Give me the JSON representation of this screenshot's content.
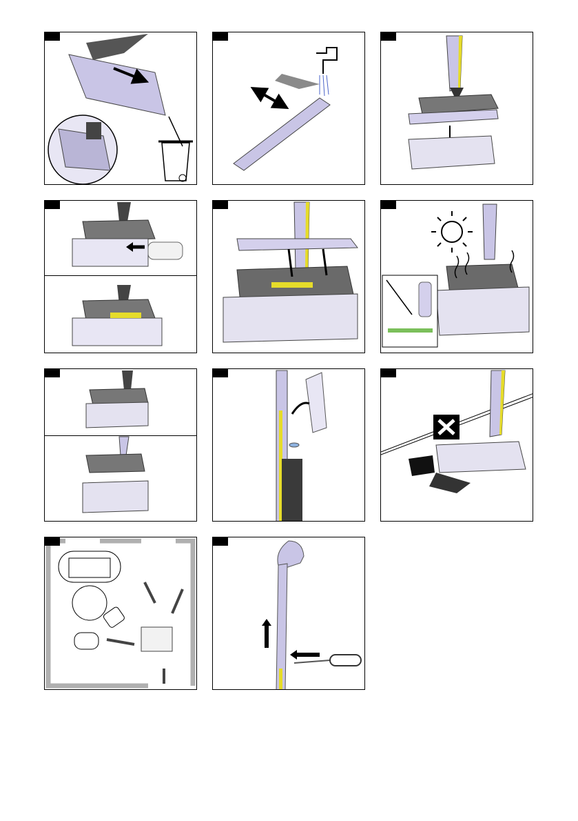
{
  "page": {
    "title": "",
    "figures": [
      {
        "id": "fig-1",
        "subject": "scrubber-roller-removal-and-disposal"
      },
      {
        "id": "fig-2",
        "subject": "rinsing-brush-under-tap"
      },
      {
        "id": "fig-3",
        "subject": "placing-device-on-station"
      },
      {
        "id": "fig-4",
        "subject": "inserting-roller-into-holder"
      },
      {
        "id": "fig-5",
        "subject": "mounting-pads-onto-base"
      },
      {
        "id": "fig-6",
        "subject": "drying-in-sun"
      },
      {
        "id": "fig-7",
        "subject": "placing-on-base-station"
      },
      {
        "id": "fig-8",
        "subject": "opening-handle-cap"
      },
      {
        "id": "fig-9",
        "subject": "do-not-vacuum-debris"
      },
      {
        "id": "fig-10",
        "subject": "room-cleaning-path"
      },
      {
        "id": "fig-11",
        "subject": "handle-screw-assembly"
      }
    ]
  },
  "colors": {
    "device_body": "#b9b5d6",
    "device_dark": "#3a3a3a",
    "accent_yellow": "#e6dc2a",
    "lavender_light": "#d4d0ec",
    "gray_panel": "#b0b0b0",
    "green_pad": "#7bbf5a",
    "blue_water": "#4a63c8"
  }
}
